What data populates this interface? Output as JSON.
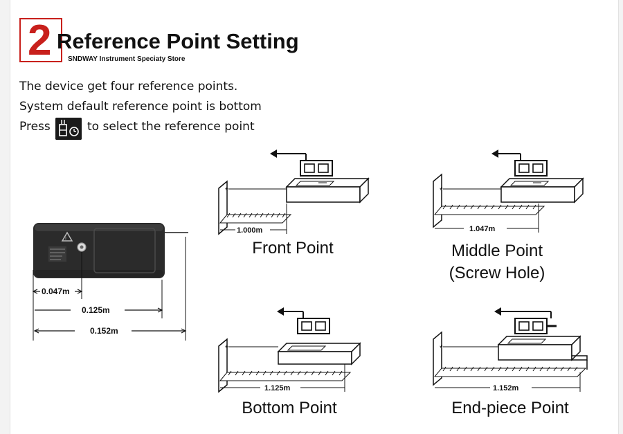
{
  "header": {
    "step_number": "2",
    "title": "Reference Point Setting",
    "store": "SNDWAY Instrument Speciaty Store"
  },
  "instructions": {
    "line1": "The device get four reference points.",
    "line2": "System default reference point is bottom",
    "line3_before": "Press",
    "line3_after": "to select the reference point",
    "button_icon": "reference-toggle-icon"
  },
  "device": {
    "dim_front": "0.047m",
    "dim_middle": "0.125m",
    "dim_total": "0.152m"
  },
  "diagrams": {
    "front": {
      "distance": "1.000m",
      "caption": "Front Point"
    },
    "middle": {
      "distance": "1.047m",
      "caption_line1": "Middle Point",
      "caption_line2": "(Screw Hole)"
    },
    "bottom": {
      "distance": "1.125m",
      "caption": "Bottom Point"
    },
    "end": {
      "distance": "1.152m",
      "caption": "End-piece Point"
    }
  },
  "colors": {
    "accent": "#c8201c",
    "ink": "#111111"
  }
}
